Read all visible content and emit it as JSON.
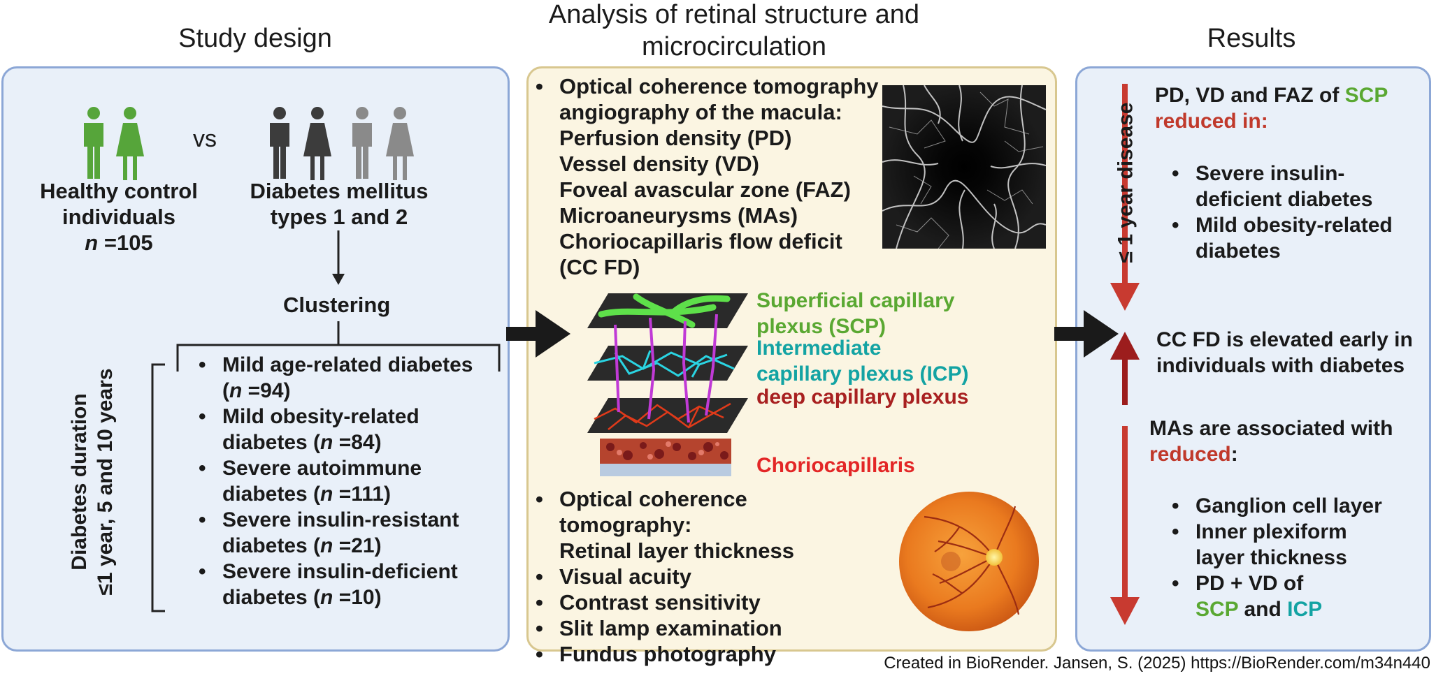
{
  "headings": {
    "study_design": "Study design",
    "analysis_line1": "Analysis of retinal structure and",
    "analysis_line2": "microcirculation",
    "results": "Results"
  },
  "study": {
    "vs": "vs",
    "healthy_line1": "Healthy control",
    "healthy_line2": "individuals",
    "healthy_n_prefix": "n",
    "healthy_n_value": " =105",
    "diabetes_line1": "Diabetes mellitus",
    "diabetes_line2": "types 1 and 2",
    "clustering": "Clustering",
    "duration_line1": "Diabetes duration",
    "duration_line2": "≤1 year, 5 and 10 years",
    "clusters": [
      {
        "line1": "Mild age-related diabetes",
        "pre": "(",
        "n": "n",
        "post": " =94)"
      },
      {
        "line1": "Mild obesity-related",
        "pre": "diabetes (",
        "n": "n",
        "post": " =84)"
      },
      {
        "line1": "Severe autoimmune",
        "pre": "diabetes (",
        "n": "n",
        "post": " =111)"
      },
      {
        "line1": "Severe insulin-resistant",
        "pre": "diabetes (",
        "n": "n",
        "post": " =21)"
      },
      {
        "line1": "Severe insulin-deficient",
        "pre": "diabetes (",
        "n": "n",
        "post": " =10)"
      }
    ]
  },
  "analysis": {
    "octa_lines": [
      "Optical coherence tomography",
      "angiography of the macula:",
      "Perfusion density (PD)",
      "Vessel density (VD)",
      "Foveal avascular zone (FAZ)",
      "Microaneurysms (MAs)",
      "Choriocapillaris flow deficit",
      "(CC FD)"
    ],
    "plexus": {
      "scp_line1": "Superficial capillary",
      "scp_line2": "plexus (SCP)",
      "icp_line1": "Intermediate",
      "icp_line2": "capillary plexus (ICP)",
      "dcp": "deep capillary plexus",
      "chorio": "Choriocapillaris"
    },
    "exams": [
      [
        "Optical coherence tomography:",
        "Retinal layer thickness"
      ],
      [
        "Visual acuity"
      ],
      [
        "Contrast sensitivity"
      ],
      [
        "Slit lamp examination"
      ],
      [
        "Fundus photography"
      ]
    ]
  },
  "results": {
    "timeline_label": "≤ 1 year disease",
    "r1_a": "PD, VD and FAZ of ",
    "r1_scp": "SCP",
    "r1_b": "reduced in:",
    "r1_items": [
      [
        "Severe insulin-",
        "deficient diabetes"
      ],
      [
        "Mild obesity-related",
        "diabetes"
      ]
    ],
    "r2_line1": "CC FD is elevated early in",
    "r2_line2": "individuals with diabetes",
    "r3_line1": "MAs are associated with",
    "r3_reduced": "reduced",
    "r3_colon": ":",
    "r3_items": [
      [
        "Ganglion cell layer"
      ],
      [
        "Inner plexiform",
        "layer thickness"
      ]
    ],
    "r3_last_a": "PD + VD of",
    "r3_last_scp": "SCP",
    "r3_last_and": " and ",
    "r3_last_icp": "ICP"
  },
  "footer": "Created in BioRender. Jansen, S. (2025) https://BioRender.com/m34n440",
  "colors": {
    "panel_blue_bg": "#e9f0f9",
    "panel_blue_border": "#8ca7d6",
    "panel_beige_bg": "#fbf5e2",
    "panel_beige_border": "#d8c78f",
    "healthy_green": "#56a53a",
    "person_dark": "#3c3c3c",
    "person_gray": "#8a8a8a",
    "arrow_red": "#c83a30",
    "arrow_darkred": "#9c1d1d",
    "scp_green": "#5aa832",
    "icp_cyan": "#13a3a3",
    "dcp_red": "#a82020",
    "chorio_red": "#e32626"
  }
}
